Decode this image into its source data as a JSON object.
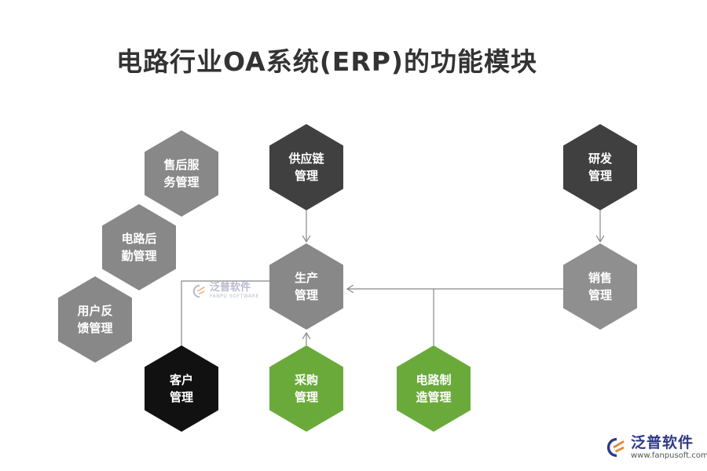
{
  "title": "电路行业OA系统(ERP)的功能模块",
  "modules": {
    "after_sales": [
      "售后服",
      "务管理"
    ],
    "logistics": [
      "电路后",
      "勤管理"
    ],
    "feedback": [
      "用户反",
      "馈管理"
    ],
    "supply_chain": [
      "供应链",
      "管理"
    ],
    "production": [
      "生产",
      "管理"
    ],
    "rd": [
      "研发",
      "管理"
    ],
    "sales": [
      "销售",
      "管理"
    ],
    "customer": [
      "客户",
      "管理"
    ],
    "purchase": [
      "采购",
      "管理"
    ],
    "manufacturing": [
      "电路制",
      "造管理"
    ]
  },
  "watermark_center": {
    "name": "泛普软件",
    "sub": "FANPU SOFTWARE"
  },
  "watermark_corner": {
    "name": "泛普软件",
    "url": "www.fanpusoft.com"
  },
  "colors": {
    "mid_gray": "#888888",
    "dark_gray": "#404040",
    "black": "#111111",
    "green": "#6aaa3a",
    "brand_blue": "#2e3a87",
    "line": "#888888"
  }
}
